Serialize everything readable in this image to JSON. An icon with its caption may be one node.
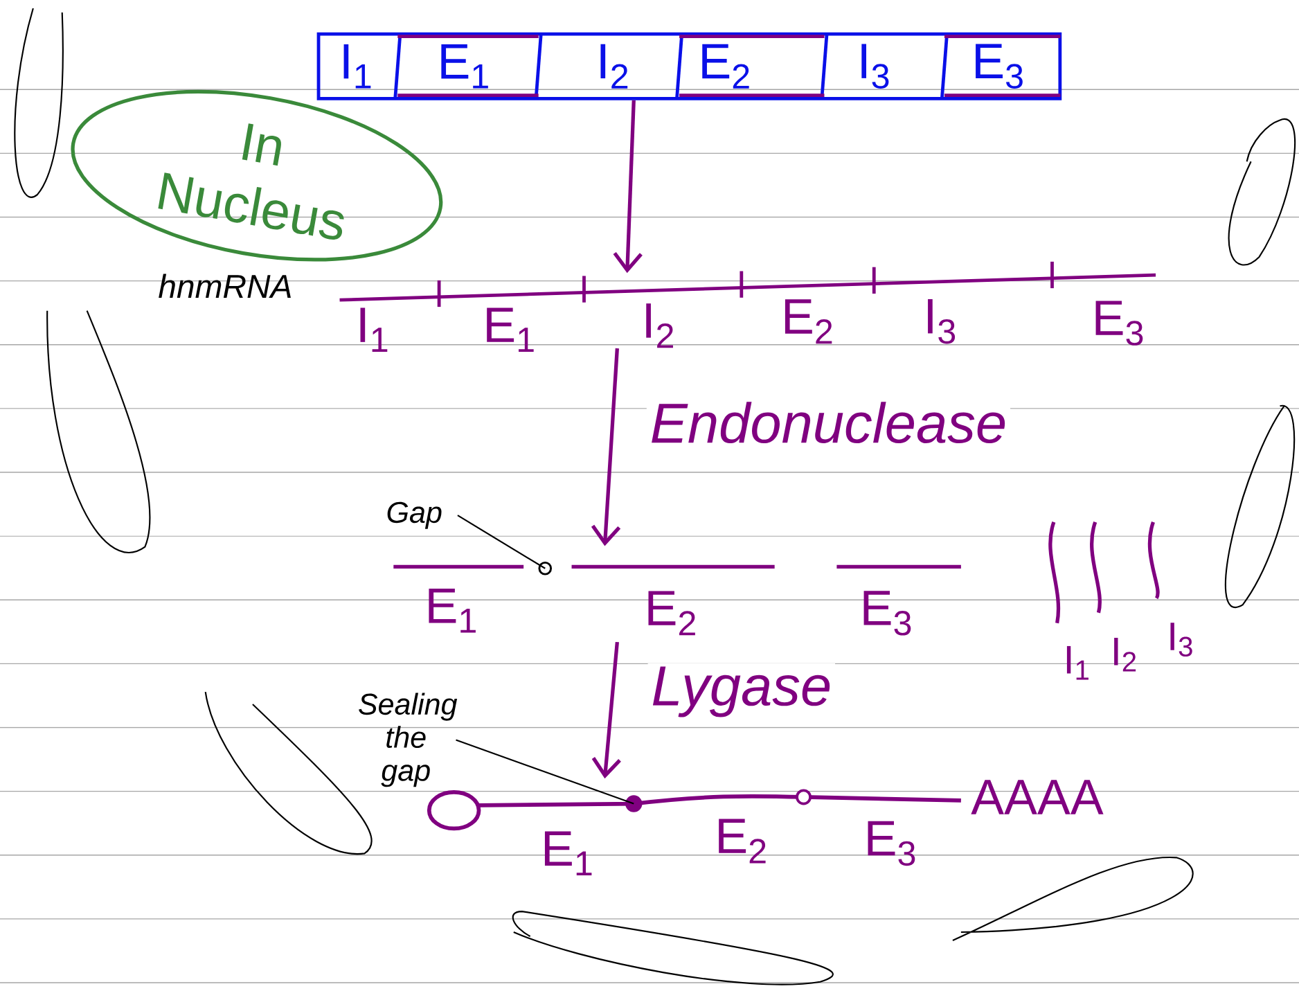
{
  "diagram": {
    "nodes": [
      {
        "text": [
          "I$_{1}$",
          "E$_{1}$",
          "I$_{2}$",
          "E$_{2}$",
          "I$_{3}$",
          "E$_{3}$"
        ]
      },
      {
        "text": [
          "In Nucleus"
        ]
      },
      {
        "text": [
          "I$_{1}$",
          "E$_{1}$",
          "I$_{2}$",
          "E$_{2}$",
          "I$_{3}$",
          "E$_{3}$"
        ]
      },
      {
        "text": [
          "E$_{1}$",
          "E$_{2}$",
          "E$_{3}$"
        ]
      },
      {
        "text": [
          "I$_{1}$",
          "I$_{2}$",
          "I$_{3}$"
        ]
      },
      {
        "text": [
          "Gap"
        ]
      },
      {
        "text": [],
        "shape": "circle",
        "in": 3
      },
      {
        "text": [
          "E$_{1}$",
          "E$_{2}$",
          "E$_{3}$",
          "AAAA"
        ]
      },
      {
        "text": [
          "Sealing the gap"
        ]
      },
      {
        "text": [],
        "shape": "circle",
        "in": 7
      }
    ],
    "edges": [
      {
        "from": 0,
        "to": 2,
        "arrow": "to"
      },
      {
        "from": 2,
        "to": 3,
        "arrow": "to",
        "label": "Endonuclease"
      },
      {
        "from": 3,
        "to": 7,
        "arrow": "to",
        "label": "Lygase"
      },
      {
        "from": 5,
        "to": 6,
        "arrow": "none",
        "color": "#000000"
      },
      {
        "from": 8,
        "to": 9,
        "arrow": "none",
        "color": "#000000"
      }
    ],
    "labels": [
      "hnmRNA"
    ]
  }
}
